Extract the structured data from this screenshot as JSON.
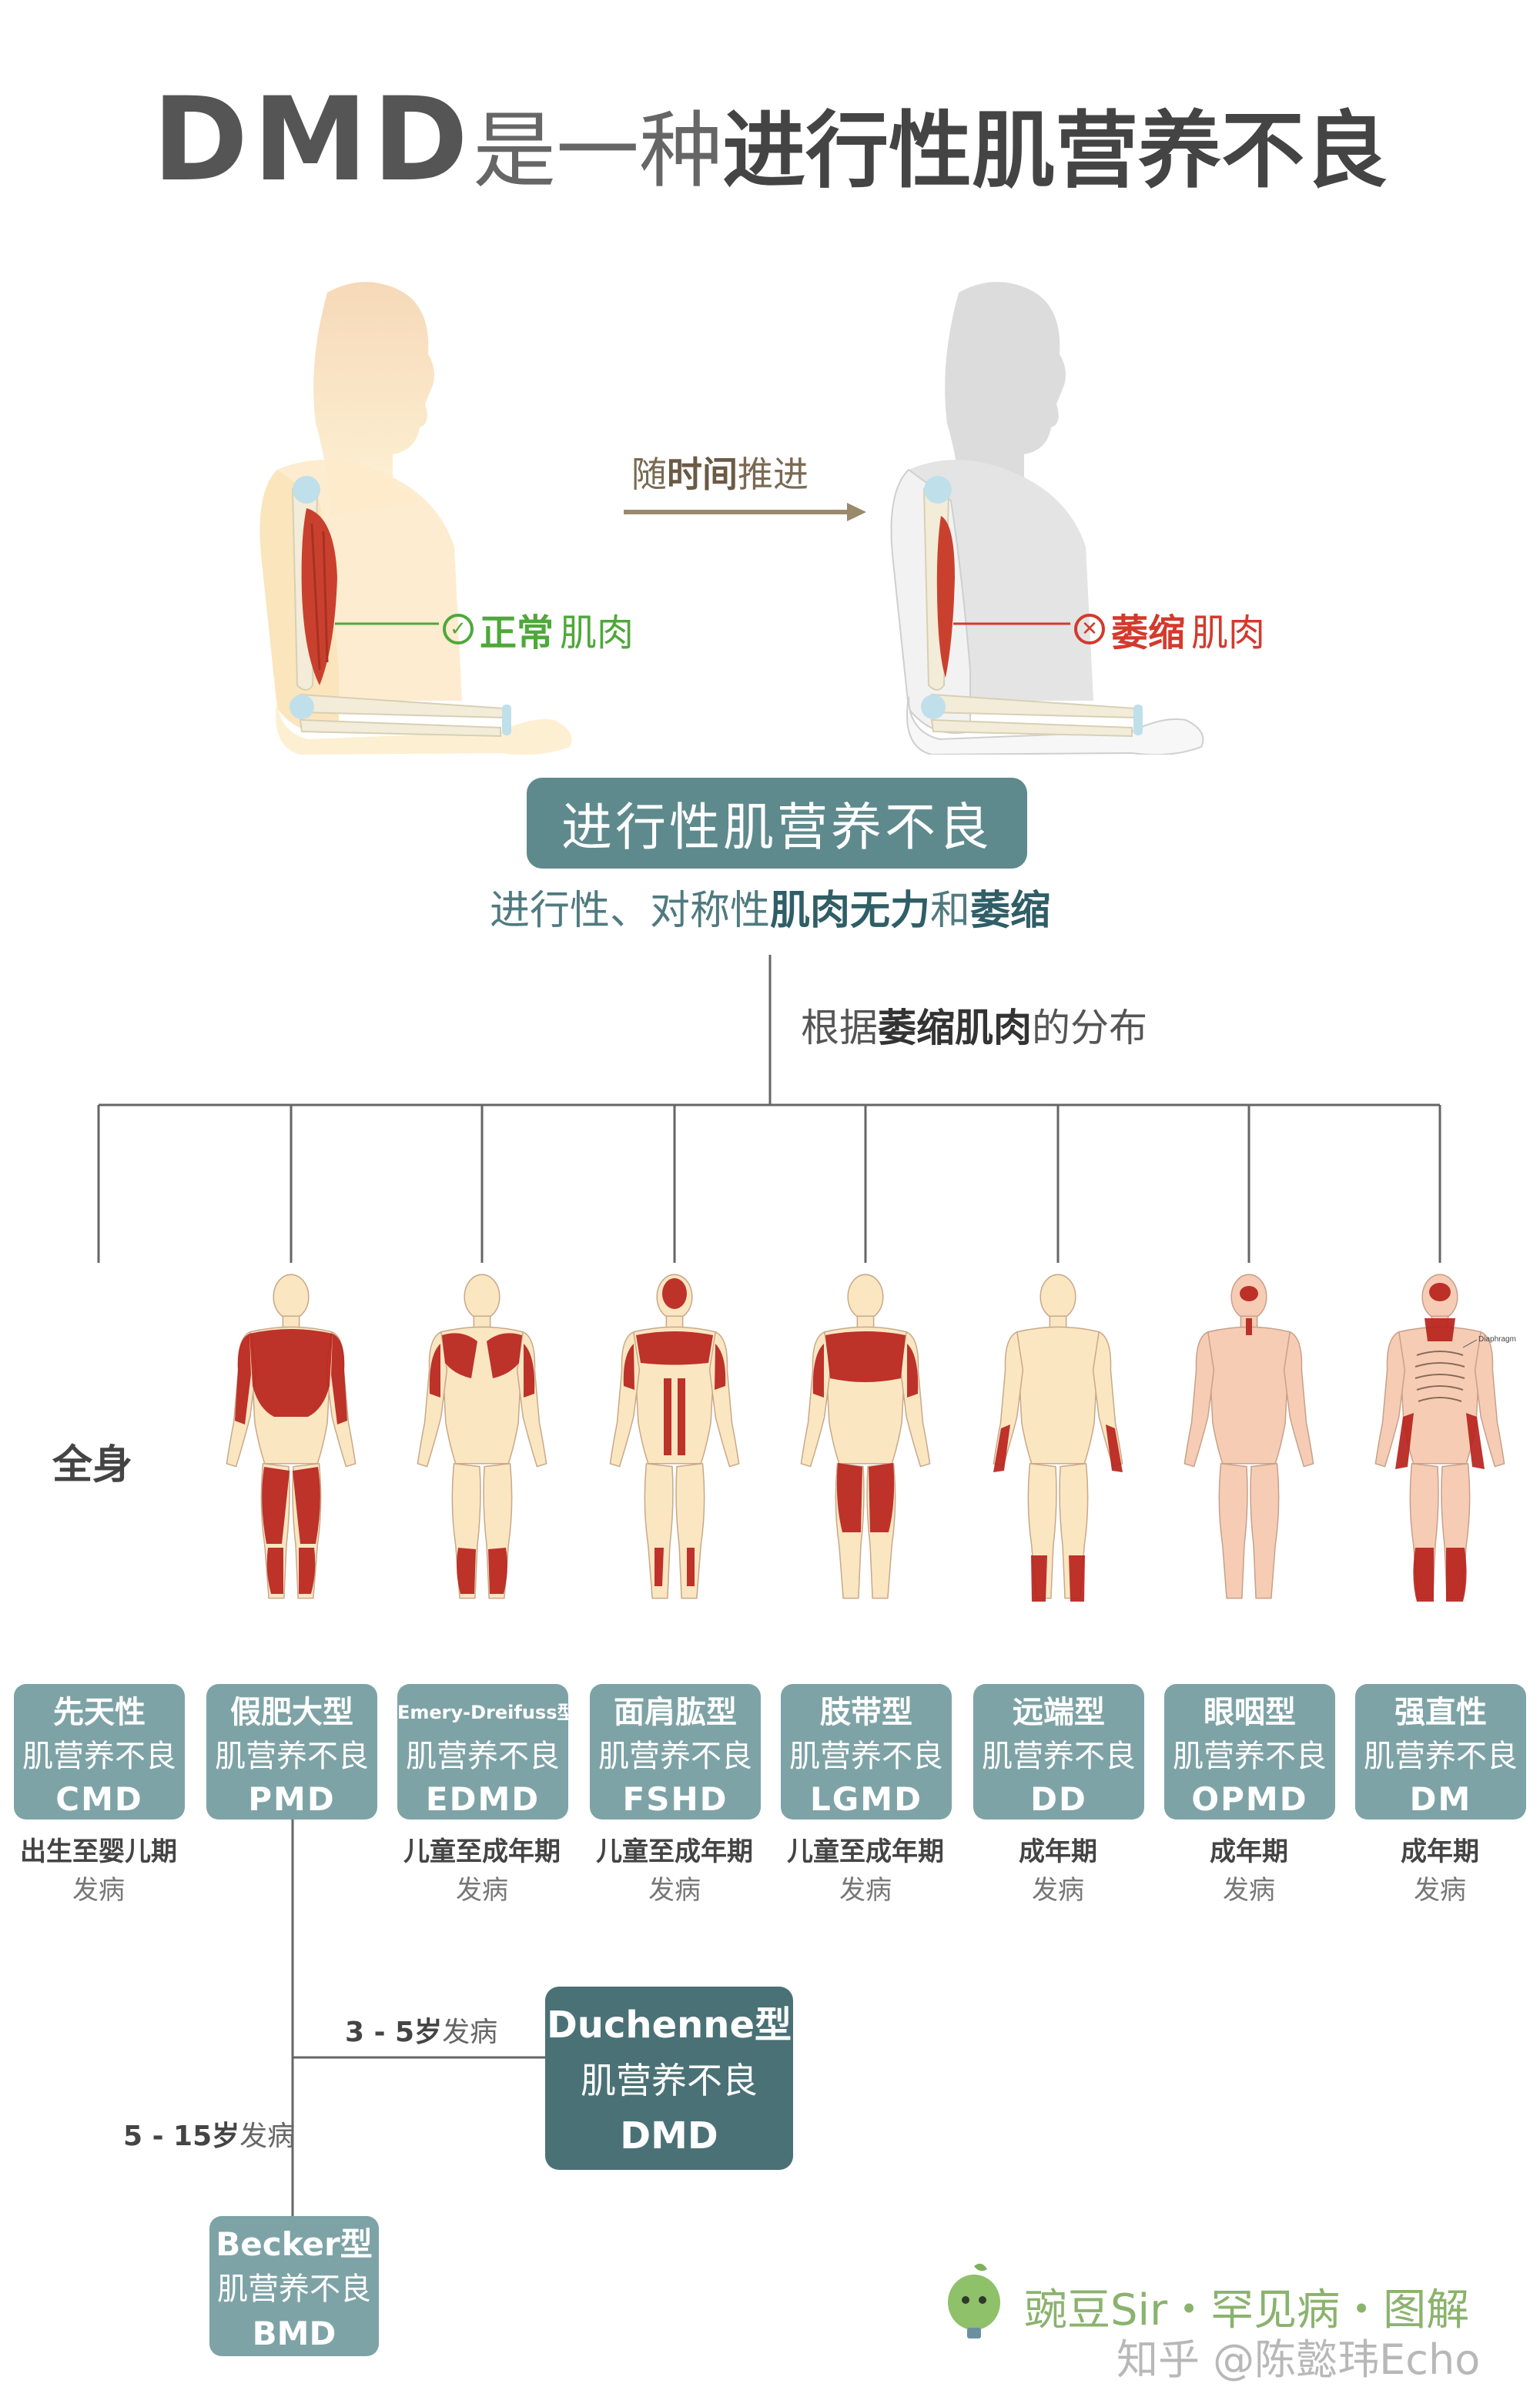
{
  "title": {
    "part1": "DMD",
    "part2": "是一种",
    "part3": "进行性肌营养不良"
  },
  "arrow": {
    "pre": "随",
    "bold": "时间",
    "post": "推进"
  },
  "labels": {
    "normal_bold": "正常",
    "normal_rest": "肌肉",
    "atrophy_bold": "萎缩",
    "atrophy_rest": "肌肉"
  },
  "main_box": "进行性肌营养不良",
  "main_desc": {
    "pre": "进行性、对称性",
    "b1": "肌肉无力",
    "mid": "和",
    "b2": "萎缩"
  },
  "branch_desc": {
    "pre": "根据",
    "bold": "萎缩肌肉",
    "post": "的分布"
  },
  "whole_body": "全身",
  "types": [
    {
      "l1": "先天性",
      "l2": "肌营养不良",
      "l3": "CMD",
      "onset_a": "出生至婴儿期",
      "onset_b": "发病"
    },
    {
      "l1": "假肥大型",
      "l2": "肌营养不良",
      "l3": "PMD",
      "onset_a": "",
      "onset_b": ""
    },
    {
      "l1": "Emery-Dreifuss型",
      "l2": "肌营养不良",
      "l3": "EDMD",
      "onset_a": "儿童至成年期",
      "onset_b": "发病"
    },
    {
      "l1": "面肩肱型",
      "l2": "肌营养不良",
      "l3": "FSHD",
      "onset_a": "儿童至成年期",
      "onset_b": "发病"
    },
    {
      "l1": "肢带型",
      "l2": "肌营养不良",
      "l3": "LGMD",
      "onset_a": "儿童至成年期",
      "onset_b": "发病"
    },
    {
      "l1": "远端型",
      "l2": "肌营养不良",
      "l3": "DD",
      "onset_a": "成年期",
      "onset_b": "发病"
    },
    {
      "l1": "眼咽型",
      "l2": "肌营养不良",
      "l3": "OPMD",
      "onset_a": "成年期",
      "onset_b": "发病"
    },
    {
      "l1": "强直性",
      "l2": "肌营养不良",
      "l3": "DM",
      "onset_a": "成年期",
      "onset_b": "发病"
    }
  ],
  "dmd": {
    "l1": "Duchenne型",
    "l2": "肌营养不良",
    "l3": "DMD",
    "age_bold": "3 - 5岁",
    "age_rest": "发病"
  },
  "becker": {
    "l1": "Becker型",
    "l2": "肌营养不良",
    "l3": "BMD",
    "age_bold": "5 - 15岁",
    "age_rest": "发病"
  },
  "diaphragm_label": "Diaphragm",
  "brand": "豌豆Sir・罕见病・图解",
  "credit": "知乎 @陈懿玮Echo"
}
